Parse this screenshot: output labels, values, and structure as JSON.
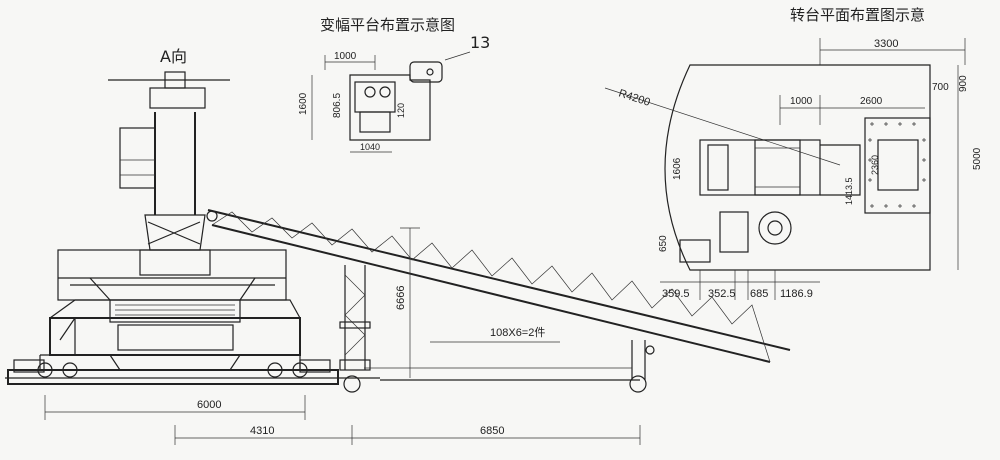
{
  "titles": {
    "a_view": "A向",
    "luffing_platform": "变幅平台布置示意图",
    "turntable_plan": "转台平面布置图示意"
  },
  "callouts": {
    "item_13": "13",
    "radius": "R4200",
    "bolt_spec": "108X6=2件"
  },
  "luffing_dims": {
    "width_top": "1000",
    "height_left": "1600",
    "inner_height": "806.5",
    "inner_small": "120",
    "bottom": "1040"
  },
  "turntable_dims": {
    "total_width": "3300",
    "offset_top": "700",
    "offset_right": "900",
    "left_span": "1000",
    "right_span": "2600",
    "inner_height": "1606",
    "offset_mid": "1413.5",
    "plate_height": "2360",
    "total_height": "5000",
    "lower_height": "650",
    "b1": "359.5",
    "b2": "352.5",
    "b3": "685",
    "b4": "1186.9"
  },
  "main_dims": {
    "height": "6666",
    "base_length": "6000",
    "span_left": "4310",
    "span_right": "6850"
  }
}
